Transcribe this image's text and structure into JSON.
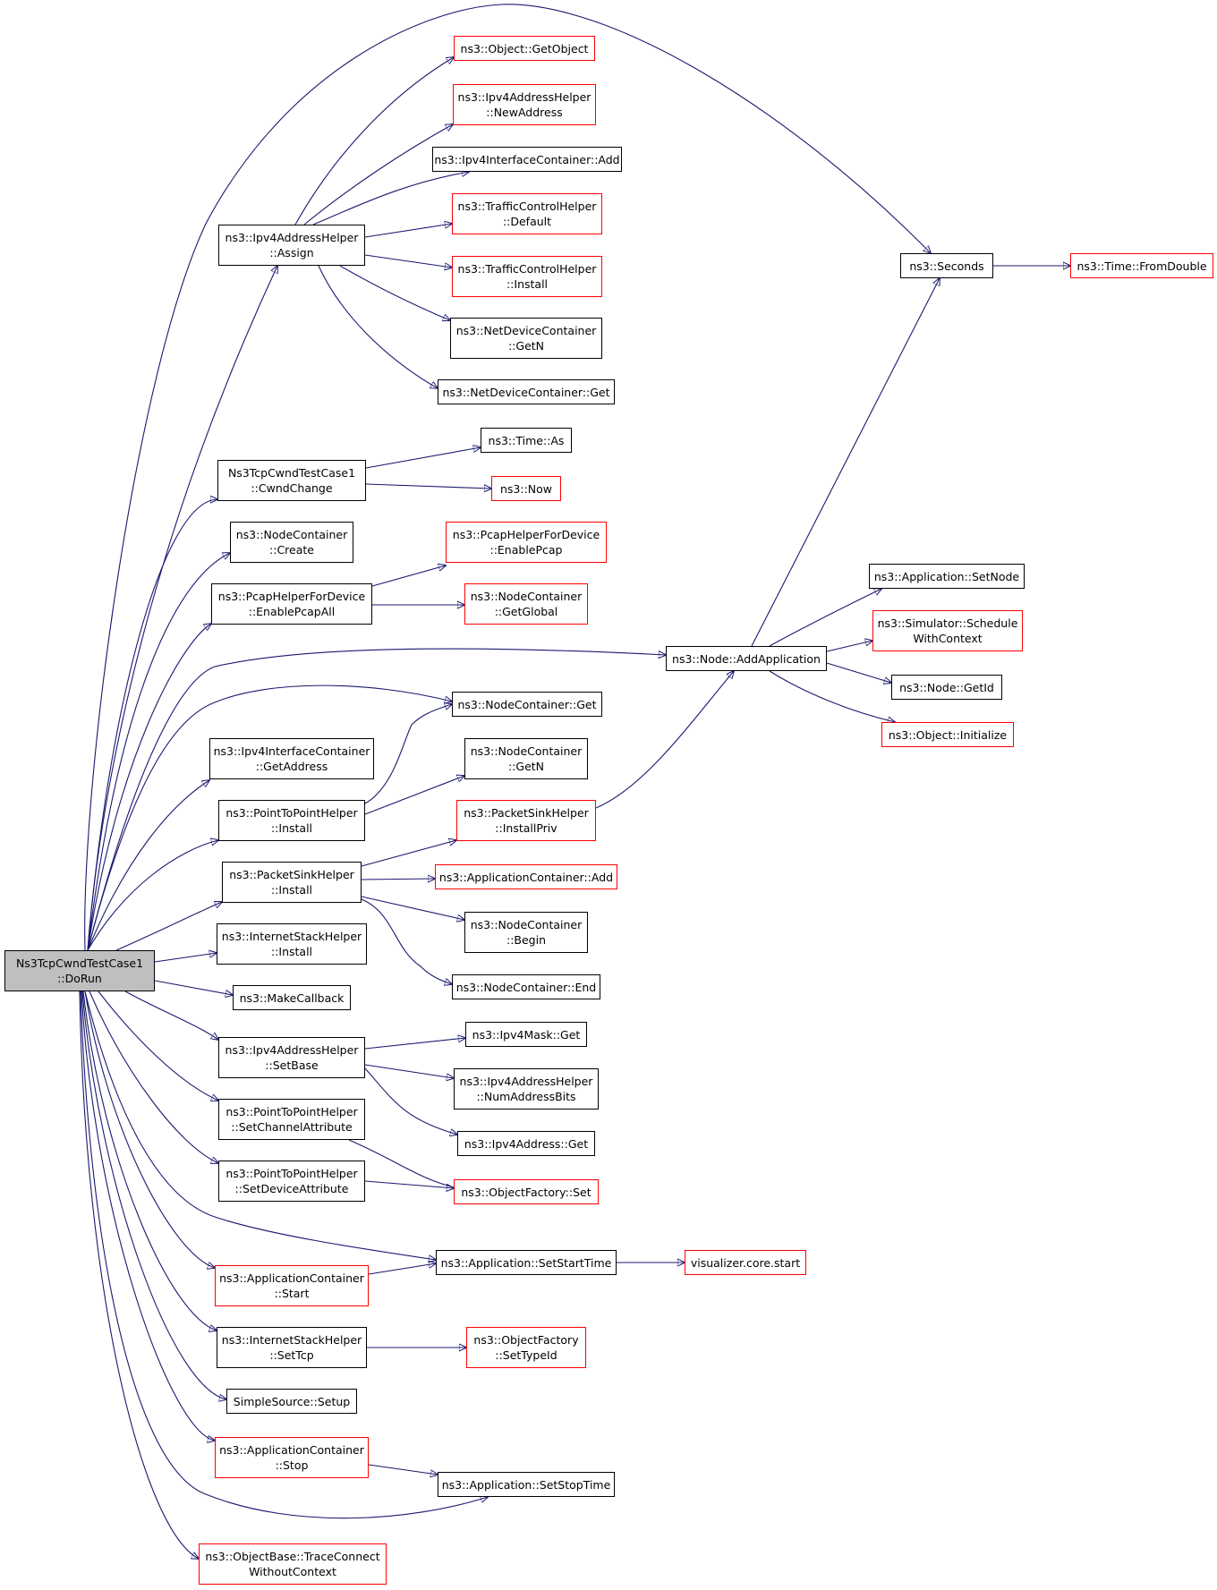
{
  "colors": {
    "edge": "#191970",
    "border_default": "#000000",
    "border_external": "#ff0000",
    "root_fill": "#bfbfbf"
  },
  "nodes": {
    "root": {
      "line1": "Ns3TcpCwndTestCase1",
      "line2": "::DoRun"
    },
    "ipv4_assign": {
      "line1": "ns3::Ipv4AddressHelper",
      "line2": "::Assign"
    },
    "cwnd_change": {
      "line1": "Ns3TcpCwndTestCase1",
      "line2": "::CwndChange"
    },
    "nc_create": {
      "line1": "ns3::NodeContainer",
      "line2": "::Create"
    },
    "enable_pcap_all": {
      "line1": "ns3::PcapHelperForDevice",
      "line2": "::EnablePcapAll"
    },
    "ipv4ic_getaddress": {
      "line1": "ns3::Ipv4InterfaceContainer",
      "line2": "::GetAddress"
    },
    "p2p_install": {
      "line1": "ns3::PointToPointHelper",
      "line2": "::Install"
    },
    "psink_install": {
      "line1": "ns3::PacketSinkHelper",
      "line2": "::Install"
    },
    "inet_install": {
      "line1": "ns3::InternetStackHelper",
      "line2": "::Install"
    },
    "make_callback": {
      "line1": "ns3::MakeCallback",
      "line2": ""
    },
    "ipv4_setbase": {
      "line1": "ns3::Ipv4AddressHelper",
      "line2": "::SetBase"
    },
    "p2p_setchannel": {
      "line1": "ns3::PointToPointHelper",
      "line2": "::SetChannelAttribute"
    },
    "p2p_setdevice": {
      "line1": "ns3::PointToPointHelper",
      "line2": "::SetDeviceAttribute"
    },
    "appc_start": {
      "line1": "ns3::ApplicationContainer",
      "line2": "::Start"
    },
    "inet_settcp": {
      "line1": "ns3::InternetStackHelper",
      "line2": "::SetTcp"
    },
    "simple_setup": {
      "line1": "SimpleSource::Setup",
      "line2": ""
    },
    "appc_stop": {
      "line1": "ns3::ApplicationContainer",
      "line2": "::Stop"
    },
    "trace_connect": {
      "line1": "ns3::ObjectBase::TraceConnect",
      "line2": "WithoutContext"
    },
    "get_object": {
      "line1": "ns3::Object::GetObject",
      "line2": ""
    },
    "new_address": {
      "line1": "ns3::Ipv4AddressHelper",
      "line2": "::NewAddress"
    },
    "ipv4ic_add": {
      "line1": "ns3::Ipv4InterfaceContainer::Add",
      "line2": ""
    },
    "tch_default": {
      "line1": "ns3::TrafficControlHelper",
      "line2": "::Default"
    },
    "tch_install": {
      "line1": "ns3::TrafficControlHelper",
      "line2": "::Install"
    },
    "ndc_getn": {
      "line1": "ns3::NetDeviceContainer",
      "line2": "::GetN"
    },
    "ndc_get": {
      "line1": "ns3::NetDeviceContainer::Get",
      "line2": ""
    },
    "time_as": {
      "line1": "ns3::Time::As",
      "line2": ""
    },
    "now": {
      "line1": "ns3::Now",
      "line2": ""
    },
    "enable_pcap": {
      "line1": "ns3::PcapHelperForDevice",
      "line2": "::EnablePcap"
    },
    "nc_getglobal": {
      "line1": "ns3::NodeContainer",
      "line2": "::GetGlobal"
    },
    "add_application": {
      "line1": "ns3::Node::AddApplication",
      "line2": ""
    },
    "nc_get": {
      "line1": "ns3::NodeContainer::Get",
      "line2": ""
    },
    "nc_getn": {
      "line1": "ns3::NodeContainer",
      "line2": "::GetN"
    },
    "psink_installpriv": {
      "line1": "ns3::PacketSinkHelper",
      "line2": "::InstallPriv"
    },
    "appc_add": {
      "line1": "ns3::ApplicationContainer::Add",
      "line2": ""
    },
    "nc_begin": {
      "line1": "ns3::NodeContainer",
      "line2": "::Begin"
    },
    "nc_end": {
      "line1": "ns3::NodeContainer::End",
      "line2": ""
    },
    "mask_get": {
      "line1": "ns3::Ipv4Mask::Get",
      "line2": ""
    },
    "num_address_bits": {
      "line1": "ns3::Ipv4AddressHelper",
      "line2": "::NumAddressBits"
    },
    "ipv4address_get": {
      "line1": "ns3::Ipv4Address::Get",
      "line2": ""
    },
    "of_set": {
      "line1": "ns3::ObjectFactory::Set",
      "line2": ""
    },
    "app_setstarttime": {
      "line1": "ns3::Application::SetStartTime",
      "line2": ""
    },
    "of_settypeid": {
      "line1": "ns3::ObjectFactory",
      "line2": "::SetTypeId"
    },
    "app_setstoptime": {
      "line1": "ns3::Application::SetStopTime",
      "line2": ""
    },
    "seconds": {
      "line1": "ns3::Seconds",
      "line2": ""
    },
    "from_double": {
      "line1": "ns3::Time::FromDouble",
      "line2": ""
    },
    "app_setnode": {
      "line1": "ns3::Application::SetNode",
      "line2": ""
    },
    "schedule_wc": {
      "line1": "ns3::Simulator::Schedule",
      "line2": "WithContext"
    },
    "node_getid": {
      "line1": "ns3::Node::GetId",
      "line2": ""
    },
    "object_initialize": {
      "line1": "ns3::Object::Initialize",
      "line2": ""
    },
    "viz_start": {
      "line1": "visualizer.core.start",
      "line2": ""
    }
  }
}
